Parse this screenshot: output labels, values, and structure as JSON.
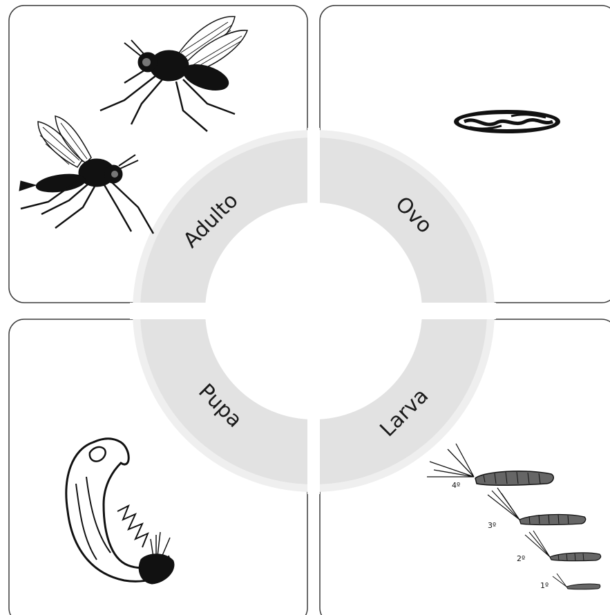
{
  "stages": {
    "adult": {
      "label": "Adulto"
    },
    "egg": {
      "label": "Ovo"
    },
    "larva": {
      "label": "Larva"
    },
    "pupa": {
      "label": "Pupa"
    }
  },
  "instars": [
    "4º",
    "3º",
    "2º",
    "1º"
  ],
  "colors": {
    "ring": "#e2e2e2",
    "ring_outer": "#efefef",
    "panel_border": "#3a3a3a",
    "label": "#1a1a1a",
    "ink": "#111111"
  }
}
